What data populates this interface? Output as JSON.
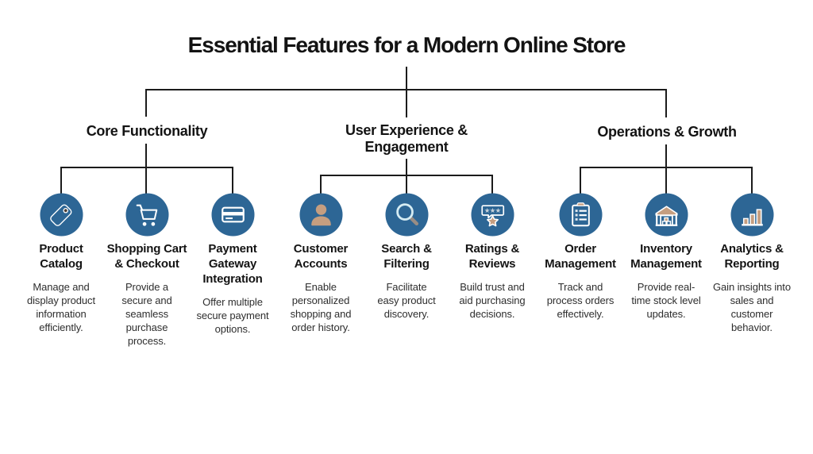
{
  "title": "Essential Features for a Modern Online Store",
  "colors": {
    "circle": "#2d6695",
    "tan": "#c59e80",
    "line": "#1b1b1b"
  },
  "branches": [
    {
      "label": "Core Functionality",
      "items": [
        {
          "icon": "tag-icon",
          "title": "Product\nCatalog",
          "description": "Manage and\ndisplay product\ninformation\nefficiently."
        },
        {
          "icon": "shopping-cart-icon",
          "title": "Shopping Cart\n& Checkout",
          "description": "Provide a\nsecure and\nseamless\npurchase\nprocess."
        },
        {
          "icon": "credit-card-icon",
          "title": "Payment\nGateway\nIntegration",
          "description": "Offer multiple\nsecure payment\noptions."
        }
      ]
    },
    {
      "label": "User Experience &\nEngagement",
      "items": [
        {
          "icon": "person-icon",
          "title": "Customer\nAccounts",
          "description": "Enable\npersonalized\nshopping and\norder history."
        },
        {
          "icon": "search-icon",
          "title": "Search &\nFiltering",
          "description": "Facilitate\neasy product\ndiscovery."
        },
        {
          "icon": "reviews-icon",
          "title": "Ratings &\nReviews",
          "description": "Build trust and\naid purchasing\ndecisions."
        }
      ]
    },
    {
      "label": "Operations & Growth",
      "items": [
        {
          "icon": "clipboard-icon",
          "title": "Order\nManagement",
          "description": "Track and\nprocess orders\neffectively."
        },
        {
          "icon": "warehouse-icon",
          "title": "Inventory\nManagement",
          "description": "Provide real-\ntime stock level\nupdates."
        },
        {
          "icon": "bar-chart-icon",
          "title": "Analytics &\nReporting",
          "description": "Gain insights into\nsales and\ncustomer\nbehavior."
        }
      ]
    }
  ]
}
